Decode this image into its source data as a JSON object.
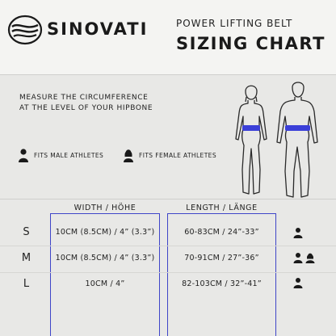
{
  "header": {
    "brand": "SINOVATI",
    "subtitle": "POWER LIFTING BELT",
    "title": "SIZING CHART"
  },
  "instructions": {
    "line1": "MEASURE THE CIRCUMFERENCE",
    "line2": "AT THE LEVEL OF YOUR HIPBONE"
  },
  "legend": {
    "male": "FITS MALE ATHLETES",
    "female": "FITS FEMALE ATHLETES"
  },
  "table": {
    "headers": {
      "width": "WIDTH / HÖHE",
      "length": "LENGTH / LÄNGE"
    },
    "rows": [
      {
        "size": "S",
        "width": "10CM (8.5CM)  /  4” (3.3”)",
        "length": "60-83CM  /  24”-33”",
        "fits": [
          "male"
        ]
      },
      {
        "size": "M",
        "width": "10CM (8.5CM)  /  4” (3.3”)",
        "length": "70-91CM  /  27”-36”",
        "fits": [
          "male",
          "female"
        ]
      },
      {
        "size": "L",
        "width": "10CM  /  4”",
        "length": "82-103CM  /  32”-41”",
        "fits": [
          "male"
        ]
      }
    ]
  },
  "colors": {
    "accent": "#3f45c8",
    "belt": "#3b3fd8",
    "text": "#1a1a1a",
    "background": "#e8e8e6"
  }
}
